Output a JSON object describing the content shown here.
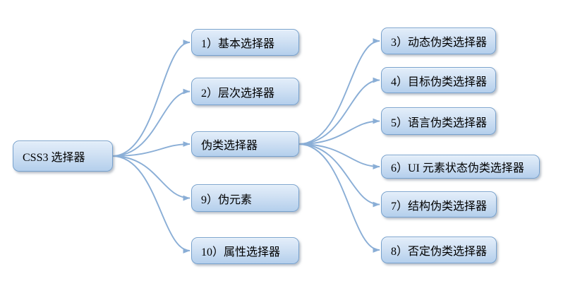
{
  "diagram_title": "CSS3 selector categories mind map",
  "colors": {
    "node_fill_top": "#e3eefa",
    "node_fill_bottom": "#b4cfec",
    "node_border": "#77a1cd",
    "connector": "#8aaed6",
    "text": "#000000",
    "background": "#ffffff"
  },
  "nodes": {
    "root": {
      "label": "CSS3 选择器"
    },
    "m1": {
      "label": "1）基本选择器"
    },
    "m2": {
      "label": "2）层次选择器"
    },
    "m3": {
      "label": "伪类选择器"
    },
    "m4": {
      "label": "9）伪元素"
    },
    "m5": {
      "label": "10）属性选择器"
    },
    "r1": {
      "label": "3）动态伪类选择器"
    },
    "r2": {
      "label": "4）目标伪类选择器"
    },
    "r3": {
      "label": "5）语言伪类选择器"
    },
    "r4": {
      "label": "6）UI 元素状态伪类选择器"
    },
    "r5": {
      "label": "7）结构伪类选择器"
    },
    "r6": {
      "label": "8）否定伪类选择器"
    }
  },
  "edges": [
    {
      "from": "root",
      "to": "m1"
    },
    {
      "from": "root",
      "to": "m2"
    },
    {
      "from": "root",
      "to": "m3"
    },
    {
      "from": "root",
      "to": "m4"
    },
    {
      "from": "root",
      "to": "m5"
    },
    {
      "from": "m3",
      "to": "r1"
    },
    {
      "from": "m3",
      "to": "r2"
    },
    {
      "from": "m3",
      "to": "r3"
    },
    {
      "from": "m3",
      "to": "r4"
    },
    {
      "from": "m3",
      "to": "r5"
    },
    {
      "from": "m3",
      "to": "r6"
    }
  ]
}
